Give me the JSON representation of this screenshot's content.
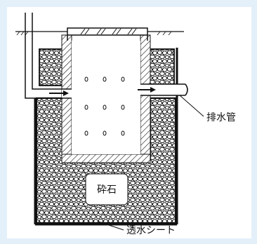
{
  "diagram": {
    "labels": {
      "drain_pipe": "排水管",
      "gravel": "砕石",
      "permeable_sheet": "透水シート"
    },
    "colors": {
      "background": "#e3f0fa",
      "paper": "#ffffff",
      "ink": "#111111"
    }
  }
}
